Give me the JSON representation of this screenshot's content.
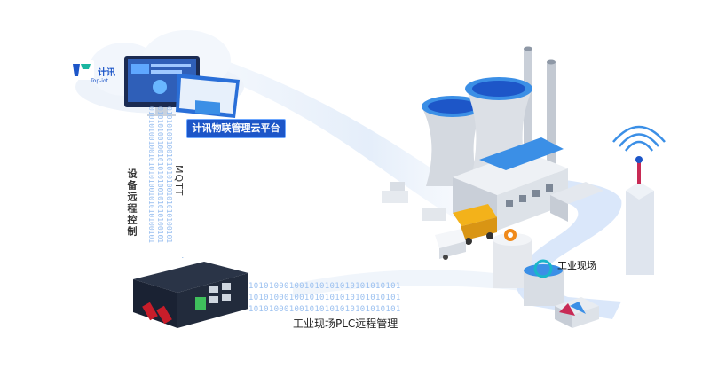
{
  "cloud_platform": {
    "brand_name": "计讯",
    "brand_sub": "Top-iot",
    "label": "计讯物联管理云平台"
  },
  "links": {
    "protocol": "MQTT",
    "remote_control": "设备远程控制",
    "plc_remote": "工业现场PLC远程管理",
    "binary_stream": "101010001001010101010101010101",
    "binary_stream_v": "01010100100101010100101010100101"
  },
  "industrial_site": {
    "label": "工业现场"
  },
  "colors": {
    "accent": "#1d56c8",
    "stream": "#9cc1f0",
    "plant_blue": "#3b8fe6"
  }
}
